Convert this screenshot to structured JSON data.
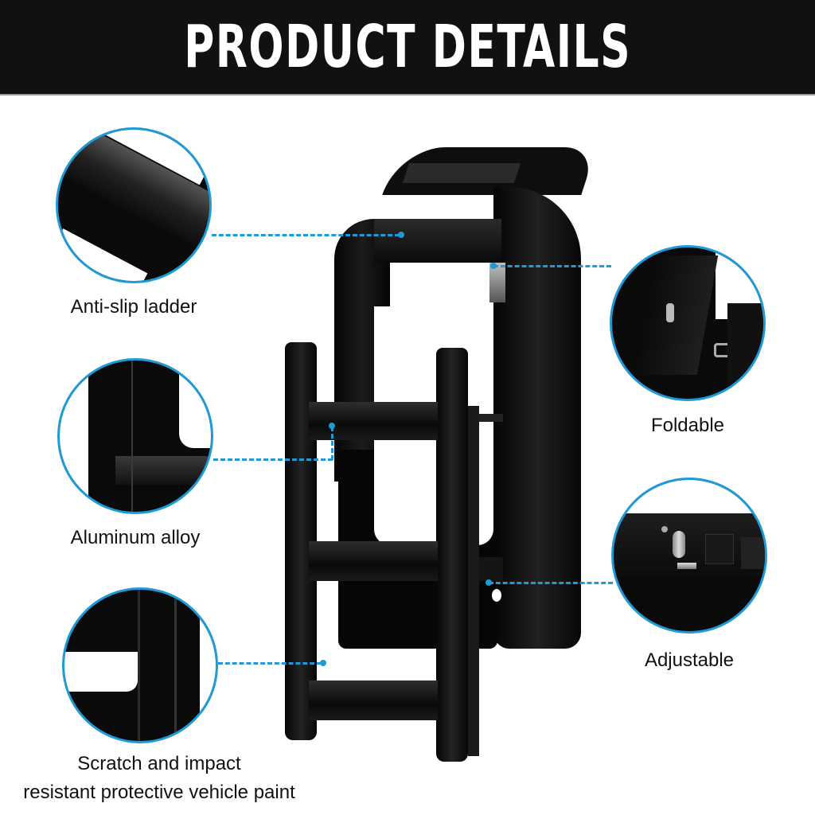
{
  "header": {
    "title": "PRODUCT DETAILS"
  },
  "features": [
    {
      "label": "Anti-slip ladder",
      "side": "left"
    },
    {
      "label": "Aluminum alloy",
      "side": "left"
    },
    {
      "label": "Scratch and impact",
      "label_line2": "resistant protective vehicle paint",
      "side": "left"
    },
    {
      "label": "Foldable",
      "side": "right"
    },
    {
      "label": "Adjustable",
      "side": "right"
    }
  ],
  "colors": {
    "header_bg": "#111111",
    "accent": "#1e9ad6",
    "product": "#0b0b0b"
  },
  "product": {
    "name": "folding-truck-bed-ladder"
  }
}
